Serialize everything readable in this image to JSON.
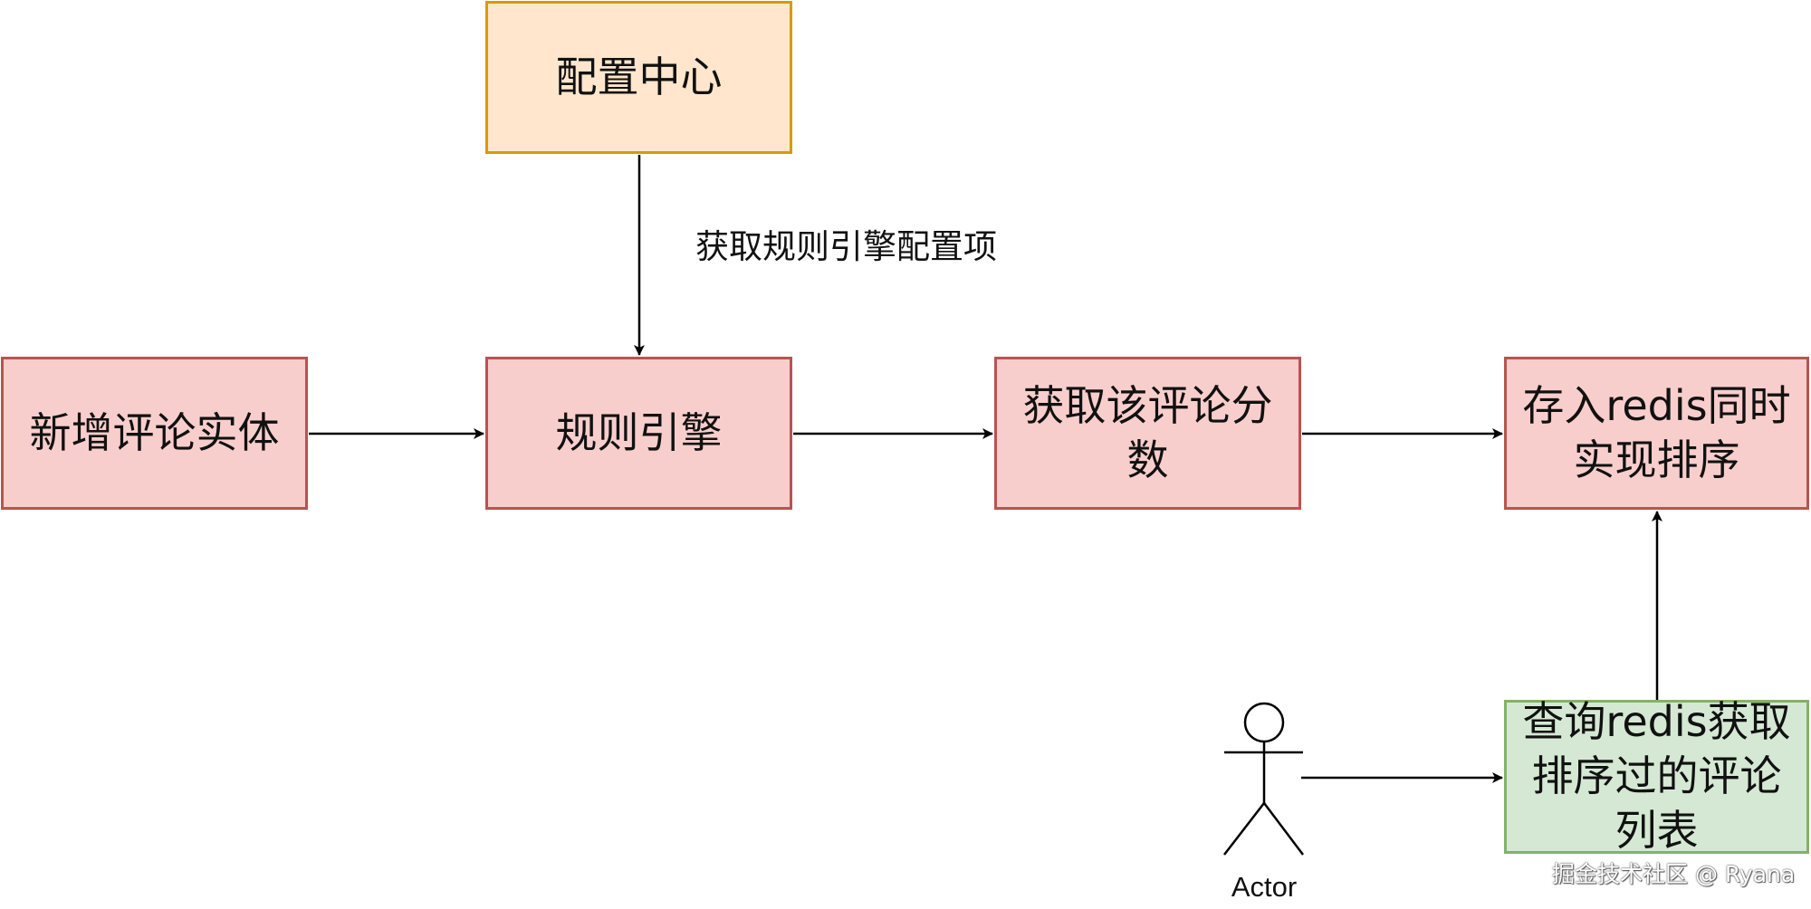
{
  "nodes": {
    "config_center": "配置中心",
    "new_comment": "新增评论实体",
    "rule_engine": "规则引擎",
    "get_score": "获取该评论分数",
    "store_redis": "存入redis同时实现排序",
    "query_redis": "查询redis获取排序过的评论列表"
  },
  "edges": {
    "config_to_rule_label": "获取规则引擎配置项"
  },
  "actor": {
    "label": "Actor"
  },
  "watermark": "掘金技术社区 @ Ryana",
  "colors": {
    "process_fill": "#f8cecc",
    "process_stroke": "#b85450",
    "config_fill": "#ffe6cc",
    "config_stroke": "#d79b00",
    "query_fill": "#d5e8d4",
    "query_stroke": "#82b366"
  }
}
